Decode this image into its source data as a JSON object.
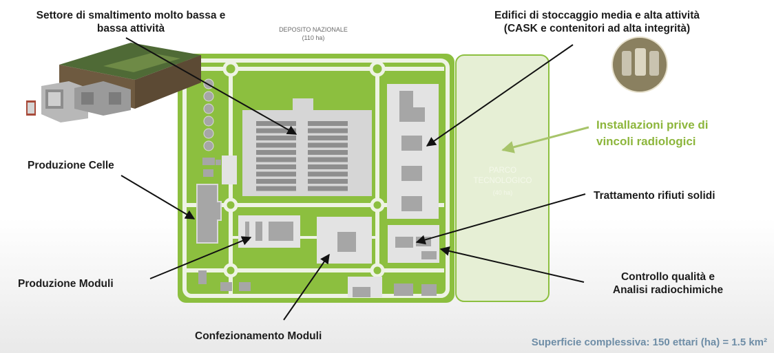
{
  "labels": {
    "smaltimento": [
      "Settore di smaltimento molto bassa e",
      "bassa attività"
    ],
    "stoccaggio": [
      "Edifici di stoccaggio media e alta attività",
      "(CASK e contenitori ad alta integrità)"
    ],
    "produzione_celle": "Produzione Celle",
    "produzione_moduli": "Produzione Moduli",
    "confezionamento": "Confezionamento Moduli",
    "trattamento": "Trattamento rifiuti solidi",
    "controllo": [
      "Controllo qualità e",
      "Analisi radiochimiche"
    ],
    "installazioni": [
      "Installazioni prive di",
      "vincoli radiologici"
    ]
  },
  "deposito": {
    "title": "DEPOSITO NAZIONALE",
    "area": "(110 ha)"
  },
  "parco": {
    "title_1": "PARCO",
    "title_2": "TECNOLOGICO",
    "area": "(40 ha)"
  },
  "total": "Superficie complessiva: 150 ettari (ha) = 1.5 km²",
  "colors": {
    "site_green": "#8cbf3f",
    "road": "#eef3e4",
    "building": "#a6a6a6",
    "park": "#e6efd5",
    "accent_text": "#8db63c"
  }
}
